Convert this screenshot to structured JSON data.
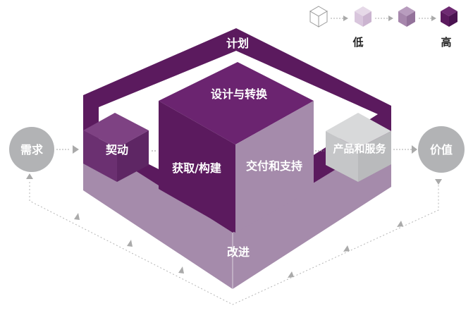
{
  "legend": {
    "low": "低",
    "high": "高"
  },
  "labels": {
    "plan": "计划",
    "engage": "契动",
    "design_transition": "设计与转换",
    "obtain_build": "获取/构建",
    "deliver_support": "交付和支持",
    "products_services": "产品和服务",
    "improve": "改进",
    "demand": "需求",
    "value": "价值"
  },
  "colors": {
    "level_1": "#ffffff",
    "level_2": "#d9c6dd",
    "level_3": "#a686ac",
    "level_4": "#5b1a5e",
    "plan_frame": "#5b1a5e",
    "improve_frame": "#a58bab",
    "products_box": "#c5c6c8",
    "endpoint_circle": "#b2b3b5"
  }
}
